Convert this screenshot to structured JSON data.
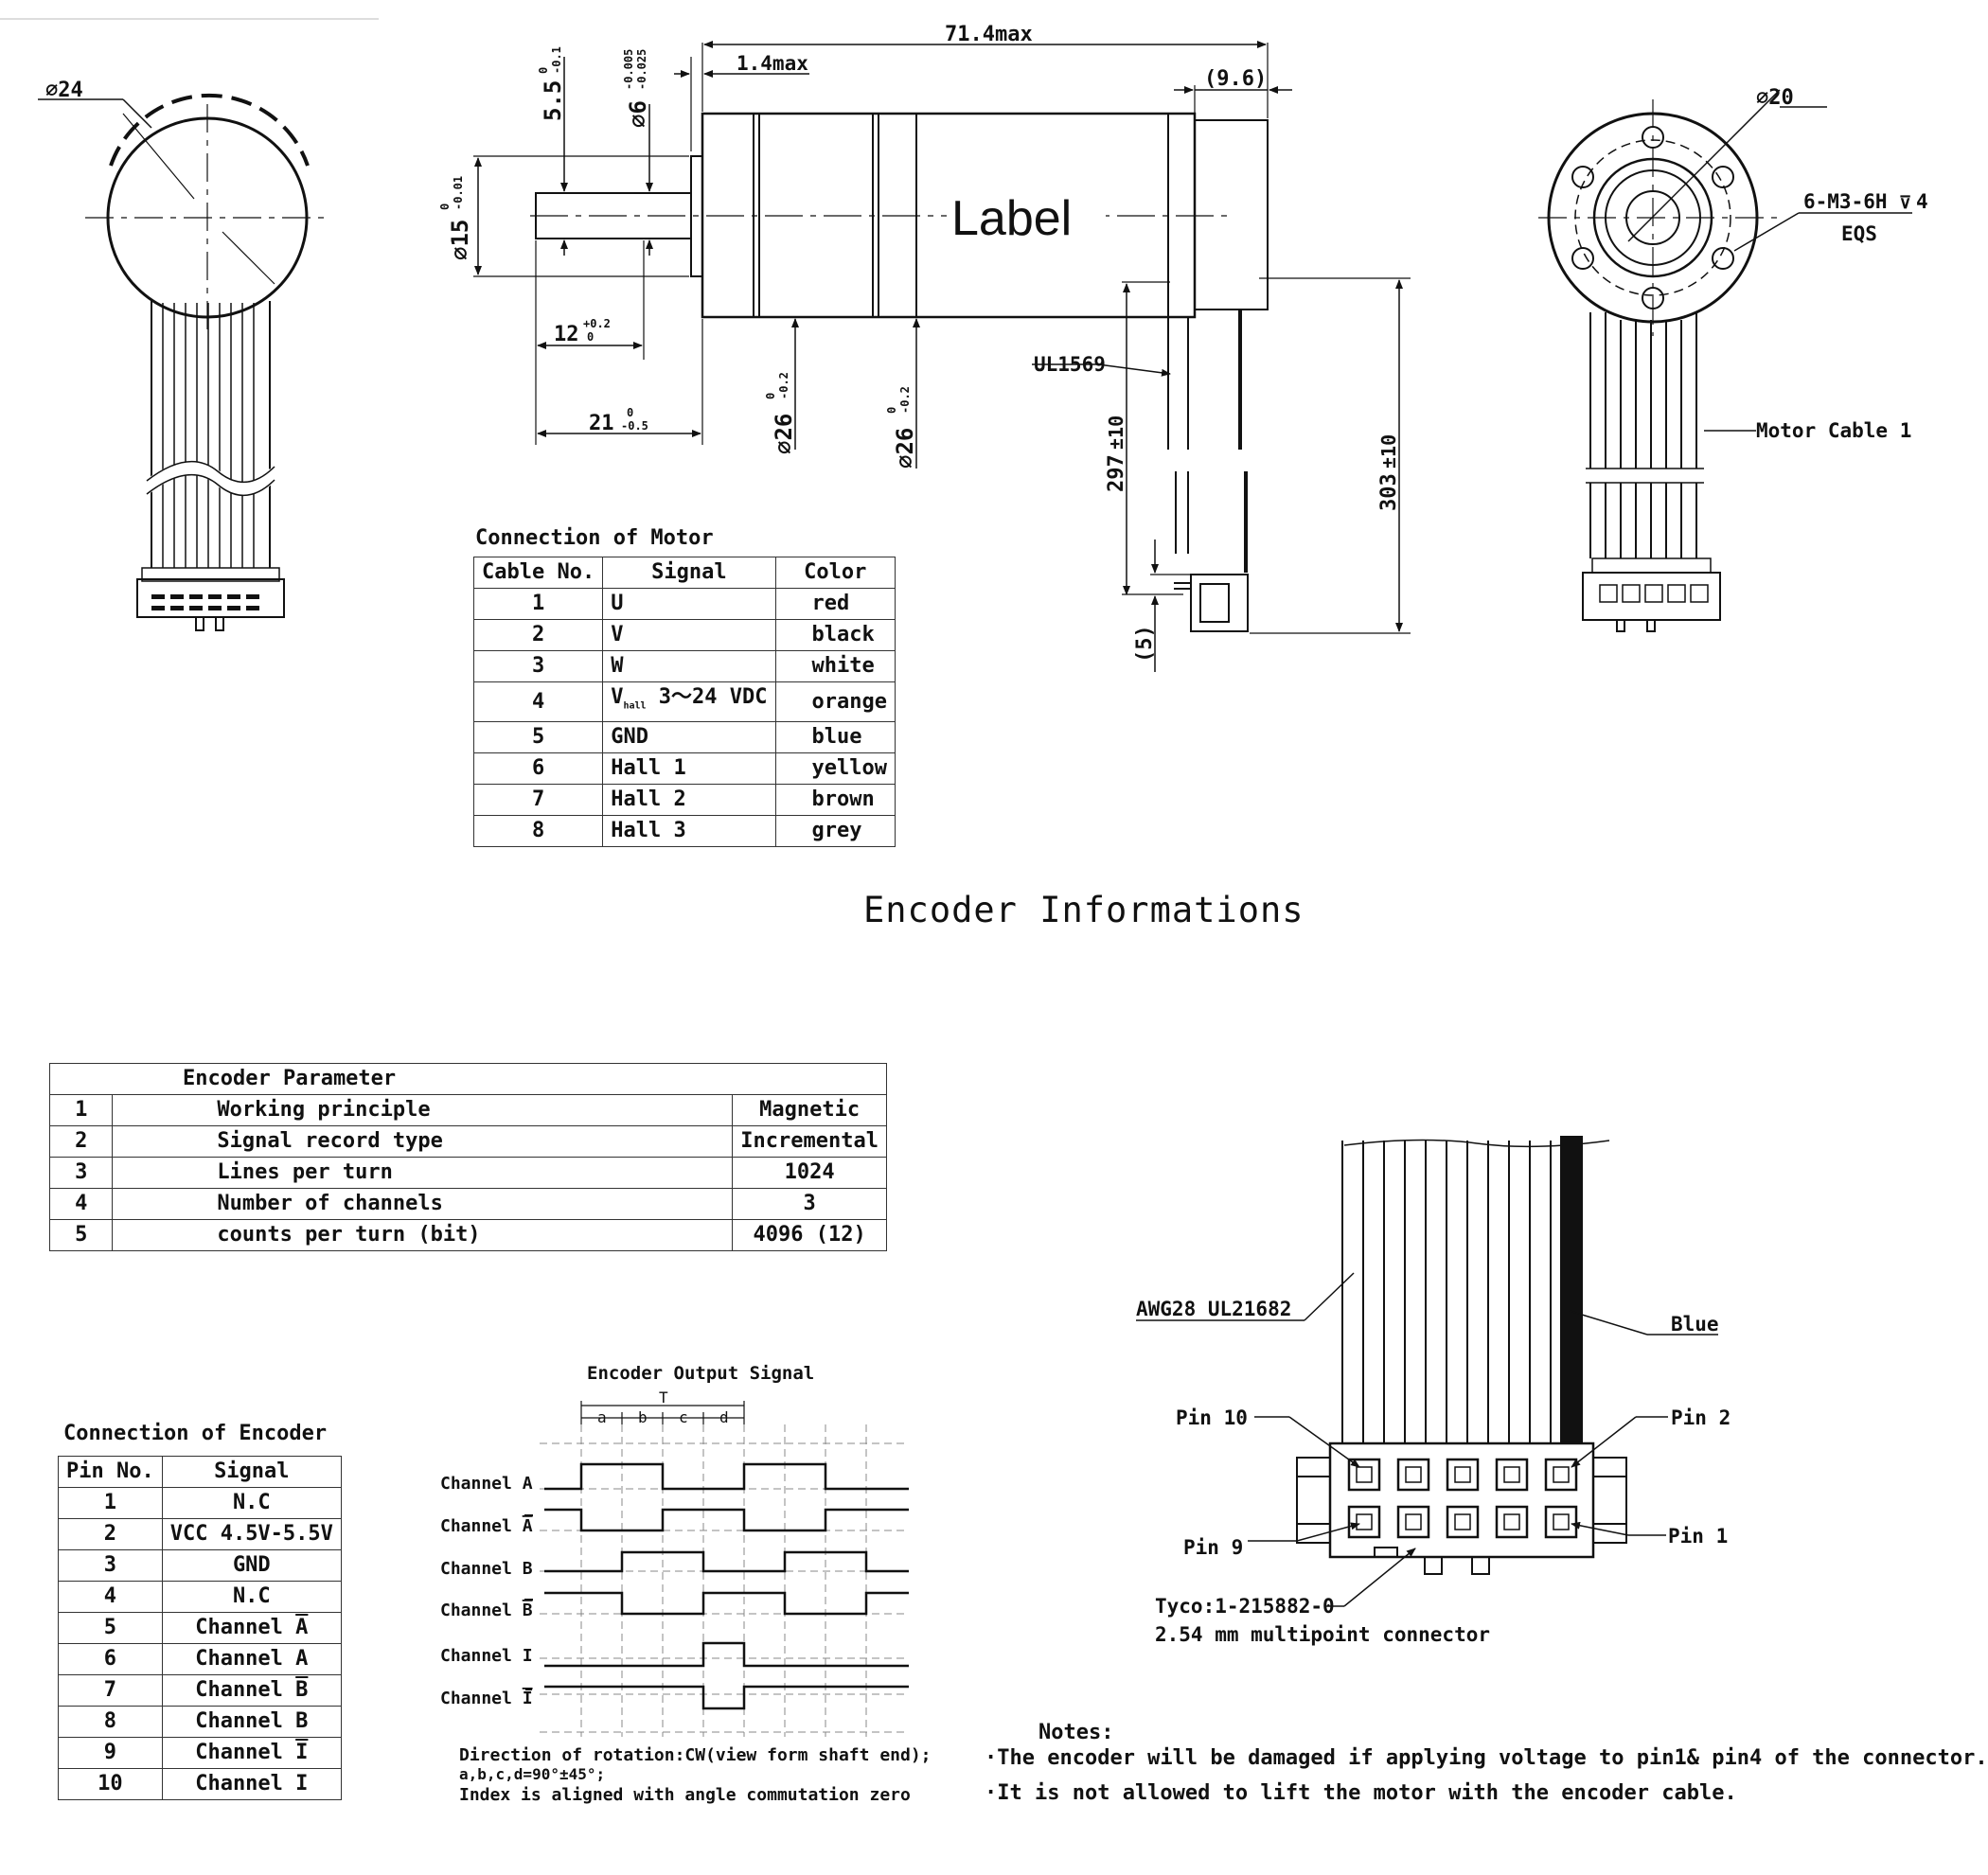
{
  "motor_drawing": {
    "dia_left": "∅24",
    "dim_length_max": "71.4max",
    "dim_flange_max": "1.4max",
    "dim_rear": "(9.6)",
    "dim_5_5": "5.5",
    "dim_5_5_tol_upper": "0",
    "dim_5_5_tol_lower": "-0.1",
    "dim_shaft": "∅6",
    "dim_shaft_tol_upper": "-0.005",
    "dim_shaft_tol_lower": "-0.025",
    "dim_pilot": "∅15",
    "dim_pilot_tol_upper": "0",
    "dim_pilot_tol_lower": "-0.01",
    "dim_12": "12",
    "dim_12_tol_upper": "+0.2",
    "dim_12_tol_lower": "0",
    "dim_21": "21",
    "dim_21_tol_upper": "0",
    "dim_21_tol_lower": "-0.5",
    "dim_body_1": "∅26",
    "dim_body_2": "∅26",
    "dim_body_tol_upper": "0",
    "dim_body_tol_lower": "-0.2",
    "label_text": "Label",
    "cable_ul": "UL1569",
    "dim_297": "297",
    "dim_303": "303",
    "dim_tol_10": "±10",
    "dim_5": "(5)",
    "dia_right": "∅20",
    "thread_note": "6-M3-6H",
    "thread_depth": "4",
    "thread_eqs": "EQS",
    "motor_cable": "Motor Cable 1"
  },
  "motor_connection": {
    "title": "Connection of Motor",
    "headers": [
      "Cable No.",
      "Signal",
      "Color"
    ],
    "rows": [
      [
        "1",
        "U",
        "red"
      ],
      [
        "2",
        "V",
        "black"
      ],
      [
        "3",
        "W",
        "white"
      ],
      [
        "4",
        "V",
        "orange"
      ],
      [
        "5",
        "GND",
        "blue"
      ],
      [
        "6",
        "Hall 1",
        "yellow"
      ],
      [
        "7",
        "Hall 2",
        "brown"
      ],
      [
        "8",
        "Hall 3",
        "grey"
      ]
    ],
    "vhall_sub": "hall",
    "vhall_rest": " 3～24 VDC"
  },
  "encoder_heading": "Encoder Informations",
  "encoder_parameter": {
    "title": "Encoder Parameter",
    "rows": [
      [
        "1",
        "Working principle",
        "Magnetic"
      ],
      [
        "2",
        "Signal record type",
        "Incremental"
      ],
      [
        "3",
        "Lines per turn",
        "1024"
      ],
      [
        "4",
        "Number of channels",
        "3"
      ],
      [
        "5",
        "counts per turn (bit)",
        "4096 (12)"
      ]
    ]
  },
  "encoder_connection": {
    "title": "Connection of Encoder",
    "headers": [
      "Pin No.",
      "Signal"
    ],
    "rows": [
      [
        "1",
        "N.C"
      ],
      [
        "2",
        "VCC 4.5V-5.5V"
      ],
      [
        "3",
        "GND"
      ],
      [
        "4",
        "N.C"
      ],
      [
        "5",
        "Channel A"
      ],
      [
        "6",
        "Channel A"
      ],
      [
        "7",
        "Channel B"
      ],
      [
        "8",
        "Channel B"
      ],
      [
        "9",
        "Channel I"
      ],
      [
        "10",
        "Channel I"
      ]
    ]
  },
  "encoder_signal": {
    "title": "Encoder Output Signal",
    "period": "T",
    "segments": [
      "a",
      "b",
      "c",
      "d"
    ],
    "channel_word": "Channel ",
    "channels": [
      {
        "letter": "A",
        "inverted": false
      },
      {
        "letter": "A",
        "inverted": true
      },
      {
        "letter": "B",
        "inverted": false
      },
      {
        "letter": "B",
        "inverted": true
      },
      {
        "letter": "I",
        "inverted": false
      },
      {
        "letter": "I",
        "inverted": true
      }
    ],
    "note1": "Direction of rotation:CW(view form shaft end);",
    "note2": "a,b,c,d=90°±45°;",
    "note3": "Index is aligned with angle commutation zero"
  },
  "connector": {
    "awg": "AWG28 UL21682",
    "blue": "Blue",
    "pin10": "Pin 10",
    "pin2": "Pin 2",
    "pin9": "Pin 9",
    "pin1": "Pin 1",
    "part": "Tyco:1-215882-0",
    "desc": "2.54 mm multipoint connector"
  },
  "notes": {
    "title": "Notes:",
    "items": [
      "·The encoder will be damaged if applying voltage to pin1& pin4 of the connector.",
      "·It is not allowed to lift the motor with the encoder cable."
    ]
  }
}
